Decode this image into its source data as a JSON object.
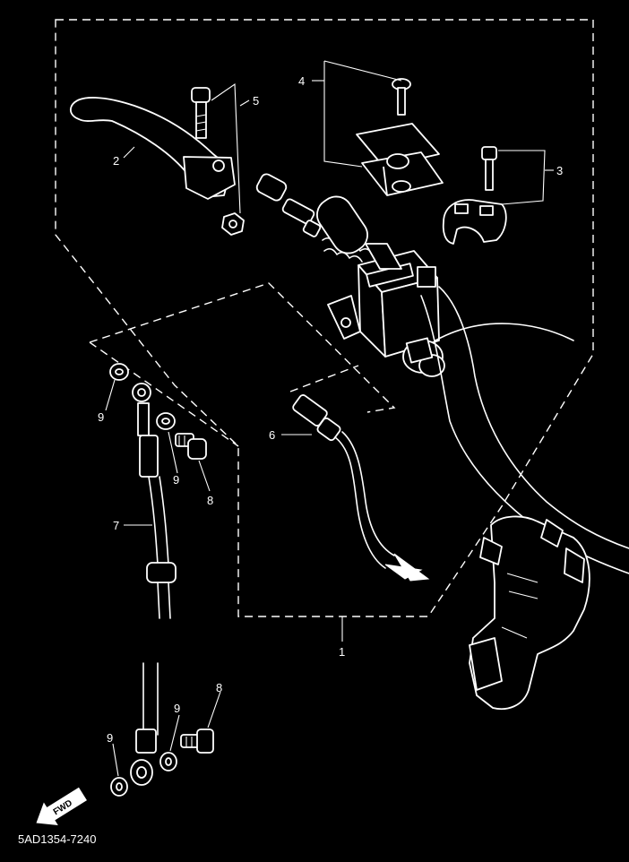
{
  "diagram_code": "5AD1354-7240",
  "fwd_label": "FWD",
  "callouts": {
    "c1": "1",
    "c2": "2",
    "c3": "3",
    "c4": "4",
    "c5": "5",
    "c6": "6",
    "c7": "7",
    "c8a": "8",
    "c8b": "8",
    "c9a": "9",
    "c9b": "9",
    "c9c": "9",
    "c9d": "9"
  },
  "colors": {
    "background": "#000000",
    "ink": "#ffffff"
  }
}
